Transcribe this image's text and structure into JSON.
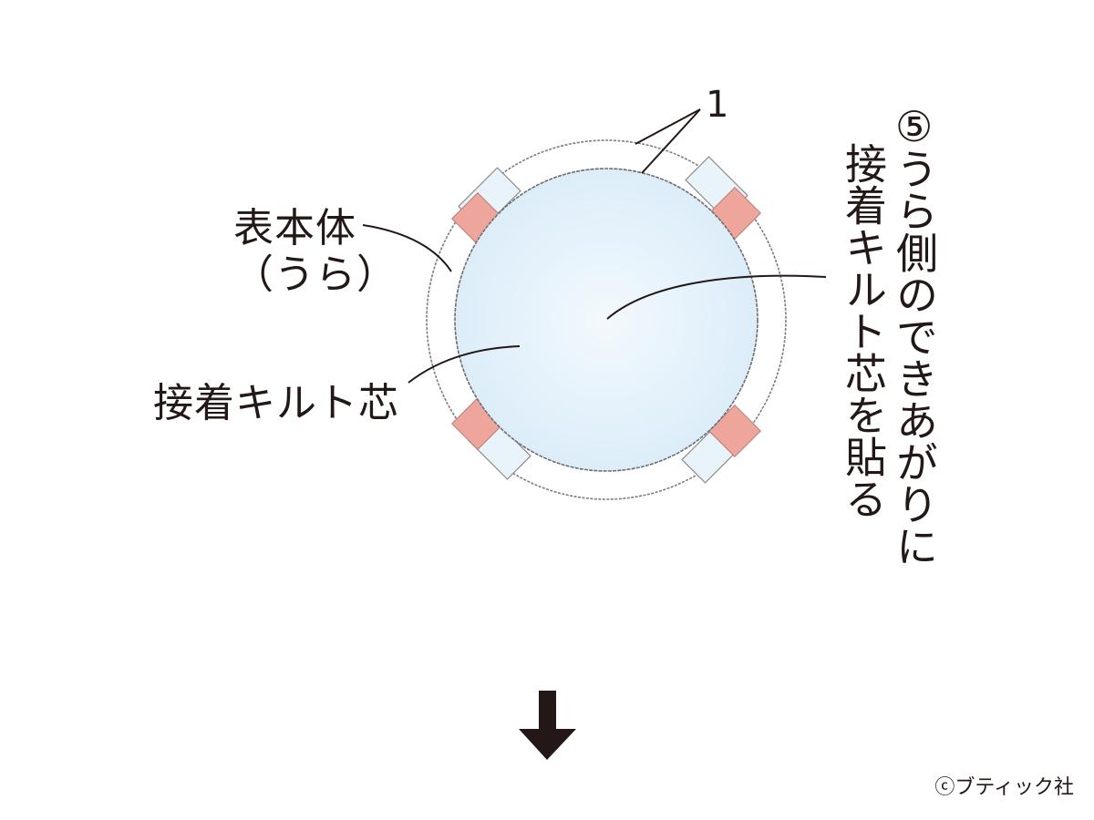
{
  "labels": {
    "number": "1",
    "outer_piece": "表本体\n（うら）",
    "interfacing": "接着キルト芯",
    "step_number": "⑤",
    "step_col1": "うら側のできあがりに",
    "step_col2": "接着キルト芯を貼る"
  },
  "footer": {
    "copyright": "ⓒブティック社"
  },
  "colors": {
    "circle_fill": "#e4f2fb",
    "tab_pink": "#eea69c",
    "tab_blue": "#e8f3fa",
    "line": "#231815",
    "sketch": "#8a8a8a"
  },
  "icons": {
    "arrow": "down-arrow-icon"
  }
}
